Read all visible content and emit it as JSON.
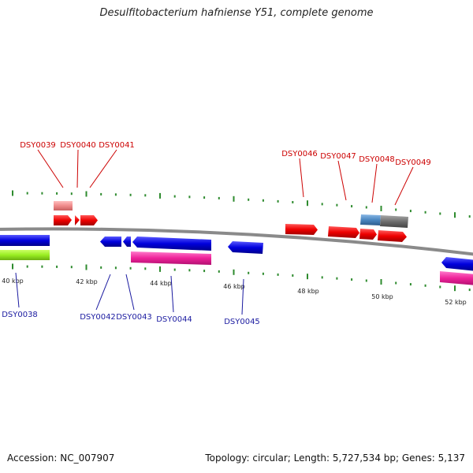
{
  "title": "Desulfitobacterium hafniense Y51, complete genome",
  "footer": {
    "accession": "Accession: NC_007907",
    "summary": "Topology: circular; Length: 5,727,534 bp; Genes: 5,137"
  },
  "colors": {
    "forward": "#ee0000",
    "reverse": "#0000dd",
    "forward_label": "#cc0000",
    "reverse_label": "#1a1aa0",
    "tick": "#2e8b2e",
    "backbone": "#8a8a8a",
    "magenta": "#ee2299",
    "lime": "#99ee22",
    "pink": "#f08a8a",
    "steel": "#4a86c0",
    "gray": "#6e6e6e"
  },
  "axis_labels": [
    "40 kbp",
    "42 kbp",
    "44 kbp",
    "46 kbp",
    "48 kbp",
    "50 kbp",
    "52 kbp"
  ],
  "gene_labels_top": [
    "DSY0039",
    "DSY0040",
    "DSY0041",
    "DSY0046",
    "DSY0047",
    "DSY0048",
    "DSY0049"
  ],
  "gene_labels_bottom": [
    "DSY0038",
    "DSY0042",
    "DSY0043",
    "DSY0044",
    "DSY0045"
  ]
}
